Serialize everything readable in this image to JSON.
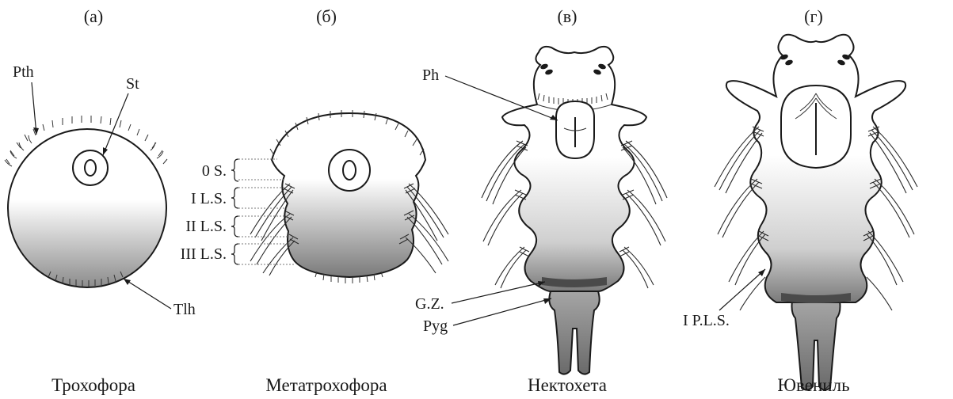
{
  "panels": [
    {
      "letter": "(а)",
      "stage": "Трохофора"
    },
    {
      "letter": "(б)",
      "stage": "Метатрохофора"
    },
    {
      "letter": "(в)",
      "stage": "Нектохета"
    },
    {
      "letter": "(г)",
      "stage": "Ювениль"
    }
  ],
  "labels": {
    "pth": "Pth",
    "st": "St",
    "tlh": "Tlh",
    "ph": "Ph",
    "gz": "G.Z.",
    "pyg": "Pyg",
    "ipls": "I P.L.S.",
    "seg0": "0 S.",
    "seg1": "I L.S.",
    "seg2": "II L.S.",
    "seg3": "III L.S."
  },
  "colors": {
    "body_top": "#ffffff",
    "body_bottom": "#8a8a8a",
    "pygidium": "#9a9a9a",
    "growth_zone": "#4a4a4a",
    "line": "#1a1a1a"
  }
}
